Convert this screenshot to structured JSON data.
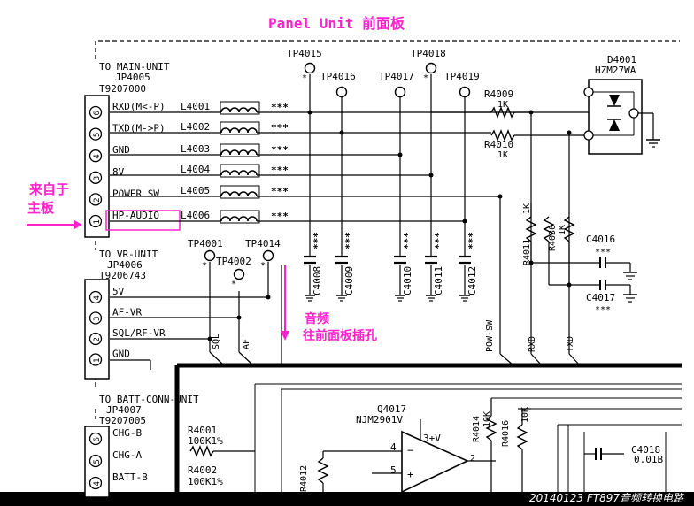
{
  "title": "Panel Unit 前面板",
  "footer": "20140123 FT897音频转换电路",
  "annotations": {
    "from_main_1": "来自于",
    "from_main_2": "主板",
    "audio_1": "音频",
    "audio_2": "往前面板插孔"
  },
  "connectors": {
    "main": {
      "title": "TO MAIN-UNIT",
      "ref": "JP4005",
      "part": "T9207000",
      "pins": [
        "RXD(M<-P)",
        "TXD(M->P)",
        "GND",
        "8V",
        "POWER SW",
        "HP-AUDIO"
      ],
      "pin_numbers": [
        "6",
        "5",
        "4",
        "3",
        "2",
        "1"
      ]
    },
    "vr": {
      "title": "TO VR-UNIT",
      "ref": "JP4006",
      "part": "T9206743",
      "pins": [
        "5V",
        "AF-VR",
        "SQL/RF-VR",
        "GND"
      ],
      "pin_numbers": [
        "4",
        "3",
        "2",
        "1"
      ]
    },
    "batt": {
      "title": "TO BATT-CONN-UNIT",
      "ref": "JP4007",
      "part": "T9207005",
      "pins": [
        "CHG-B",
        "CHG-A",
        "BATT-B"
      ],
      "pin_numbers": [
        "6",
        "5",
        "4"
      ]
    }
  },
  "inductors": {
    "refs": [
      "L4001",
      "L4002",
      "L4003",
      "L4004",
      "L4005",
      "L4006"
    ],
    "value": "***"
  },
  "testpoints": [
    "TP4015",
    "TP4016",
    "TP4017",
    "TP4018",
    "TP4019",
    "TP4001",
    "TP4014",
    "TP4002"
  ],
  "caps_vertical": [
    "C4008",
    "C4009",
    "C4010",
    "C4011",
    "C4012"
  ],
  "caps_value": "***",
  "resistors": {
    "r4009": {
      "ref": "R4009",
      "value": "1K"
    },
    "r4010": {
      "ref": "R4010",
      "value": "1K"
    },
    "r4011": {
      "ref": "R4011",
      "value": "1K"
    },
    "r4030": {
      "ref": "R4030",
      "value": "1K"
    },
    "r4001": {
      "ref": "R4001",
      "value": "100K1%"
    },
    "r4002": {
      "ref": "R4002",
      "value": "100K1%"
    },
    "r4014": {
      "ref": "R4014",
      "value": "10K"
    },
    "r4016": {
      "ref": "R4016",
      "value": "10K"
    },
    "r4012_partial": "R4012"
  },
  "caps_other": {
    "c4016": {
      "ref": "C4016",
      "value": "***"
    },
    "c4017": {
      "ref": "C4017",
      "value": "***"
    },
    "c4018": {
      "ref": "C4018",
      "value": "0.01B"
    }
  },
  "diode": {
    "ref": "D4001",
    "part": "HZM27WA"
  },
  "opamp": {
    "ref": "Q4017",
    "part": "NJM2901V",
    "supply": "3+V",
    "pin4": "4",
    "pin5": "5",
    "pin2": "2"
  },
  "signals": [
    "SQL",
    "AF",
    "POW-SW",
    "RXD",
    "TXD"
  ],
  "colors": {
    "magenta": "#ff22cc",
    "ink": "#000000",
    "paper": "#ffffff",
    "background": "#000000"
  }
}
